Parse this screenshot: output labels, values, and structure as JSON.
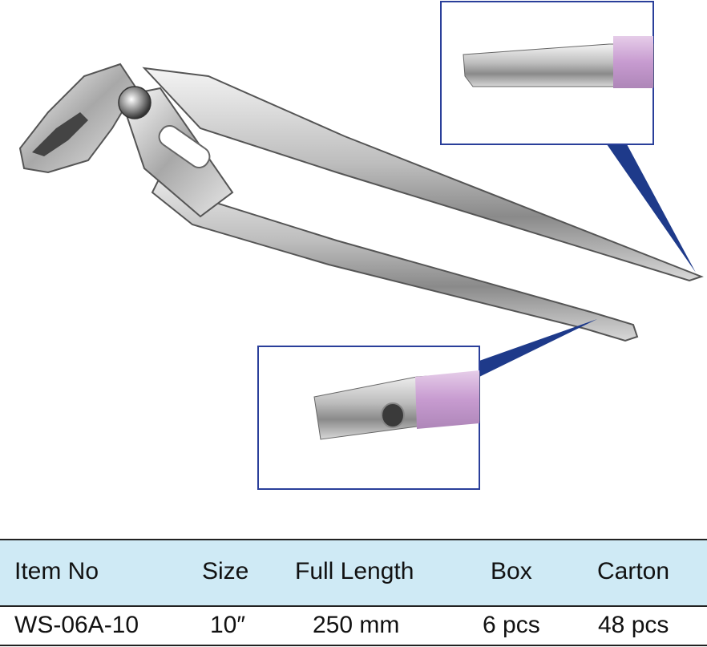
{
  "spec_table": {
    "headers": [
      "Item No",
      "Size",
      "Full Length",
      "Box",
      "Carton"
    ],
    "row": [
      "WS-06A-10",
      "10″",
      "250 mm",
      "6 pcs",
      "48 pcs"
    ]
  },
  "colors": {
    "header_band": "#cfeaf5",
    "callout_border": "#2a3f9a",
    "pointer": "#1e3a8a",
    "grip_pink": "#c8a0d0"
  },
  "icons": [
    "pliers-illustration",
    "jaw-tip-detail",
    "handle-end-detail"
  ]
}
